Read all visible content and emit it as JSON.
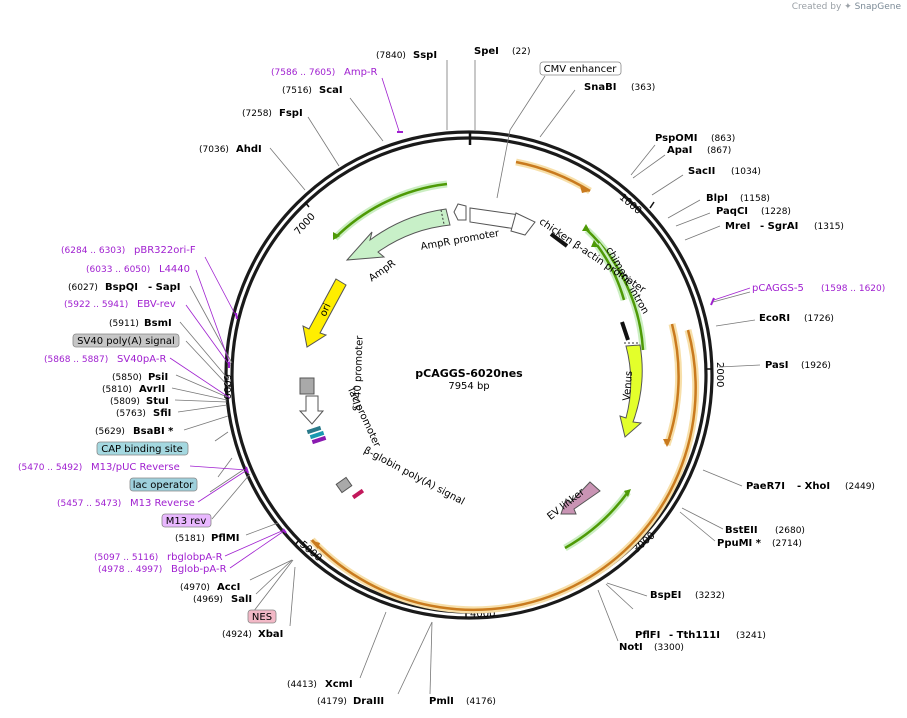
{
  "credit": {
    "prefix": "Created by",
    "brand": "SnapGene"
  },
  "plasmid": {
    "name": "pCAGGS-6020nes",
    "length_label": "7954 bp",
    "length": 7954
  },
  "ticks": [
    "1000",
    "2000",
    "3000",
    "4000",
    "5000",
    "6000",
    "7000"
  ],
  "features": [
    {
      "label": "AmpR promoter"
    },
    {
      "label": "chicken β-actin promoter"
    },
    {
      "label": "chimeric intron"
    },
    {
      "label": "AmpR"
    },
    {
      "label": "ori"
    },
    {
      "label": "Venus"
    },
    {
      "label": "SV40 promoter"
    },
    {
      "label": "lac promoter"
    },
    {
      "label": "EV linker"
    },
    {
      "label": "β-globin poly(A) signal"
    }
  ],
  "boxed_labels": [
    {
      "label": "CMV enhancer"
    },
    {
      "label": "SV40 poly(A) signal"
    },
    {
      "label": "CAP binding site"
    },
    {
      "label": "lac operator"
    },
    {
      "label": "M13 rev"
    },
    {
      "label": "NES"
    }
  ],
  "sites": [
    {
      "name": "SpeI",
      "pos": "(22)"
    },
    {
      "name": "SnaBI",
      "pos": "(363)"
    },
    {
      "name": "PspOMI",
      "pos": "(863)"
    },
    {
      "name": "ApaI",
      "pos": "(867)"
    },
    {
      "name": "SacII",
      "pos": "(1034)"
    },
    {
      "name": "BlpI",
      "pos": "(1158)"
    },
    {
      "name": "PaqCI",
      "pos": "(1228)"
    },
    {
      "name": "MreI",
      "name2": "- SgrAI",
      "pos": "(1315)"
    },
    {
      "name": "EcoRI",
      "pos": "(1726)"
    },
    {
      "name": "PasI",
      "pos": "(1926)"
    },
    {
      "name": "PaeR7I",
      "name2": "- XhoI",
      "pos": "(2449)"
    },
    {
      "name": "BstEII",
      "pos": "(2680)"
    },
    {
      "name": "PpuMI *",
      "pos": "(2714)"
    },
    {
      "name": "BspEI",
      "pos": "(3232)"
    },
    {
      "name": "PflFI",
      "name2": "- Tth111I",
      "pos": "(3241)"
    },
    {
      "name": "NotI",
      "pos": "(3300)"
    },
    {
      "name": "PmlI",
      "pos": "(4176)"
    },
    {
      "name": "DraIII",
      "pos": "(4179)"
    },
    {
      "name": "XcmI",
      "pos": "(4413)"
    },
    {
      "name": "XbaI",
      "pos": "(4924)"
    },
    {
      "name": "SalI",
      "pos": "(4969)"
    },
    {
      "name": "AccI",
      "pos": "(4970)"
    },
    {
      "name": "PflMI",
      "pos": "(5181)"
    },
    {
      "name": "BsaBI *",
      "pos": "(5629)"
    },
    {
      "name": "SfiI",
      "pos": "(5763)"
    },
    {
      "name": "StuI",
      "pos": "(5809)"
    },
    {
      "name": "AvrII",
      "pos": "(5810)"
    },
    {
      "name": "PsiI",
      "pos": "(5850)"
    },
    {
      "name": "BsmI",
      "pos": "(5911)"
    },
    {
      "name": "BspQI",
      "name2": "- SapI",
      "pos": "(6027)"
    },
    {
      "name": "AhdI",
      "pos": "(7036)"
    },
    {
      "name": "FspI",
      "pos": "(7258)"
    },
    {
      "name": "ScaI",
      "pos": "(7516)"
    },
    {
      "name": "SspI",
      "pos": "(7840)"
    }
  ],
  "primers": [
    {
      "range": "(7586 .. 7605)",
      "name": "Amp-R"
    },
    {
      "range": "(1598 .. 1620)",
      "name": "pCAGGS-5"
    },
    {
      "range": "(6284 .. 6303)",
      "name": "pBR322ori-F"
    },
    {
      "range": "(6033 .. 6050)",
      "name": "L4440"
    },
    {
      "range": "(5922 .. 5941)",
      "name": "EBV-rev"
    },
    {
      "range": "(5868 .. 5887)",
      "name": "SV40pA-R"
    },
    {
      "range": "(5470 .. 5492)",
      "name": "M13/pUC Reverse"
    },
    {
      "range": "(5457 .. 5473)",
      "name": "M13 Reverse"
    },
    {
      "range": "(5097 .. 5116)",
      "name": "rbglobpA-R"
    },
    {
      "range": "(4978 .. 4997)",
      "name": "Bglob-pA-R"
    }
  ],
  "colors": {
    "backbone": "#1a1a1a",
    "primer": "#a020d0",
    "cds_arrow": "#4e9a06",
    "orange_arrow": "#c97a1e",
    "ampr": "#c8f0c8",
    "ori": "#ffee00",
    "venus": "#e3ff2b",
    "ev_linker": "#c994b4",
    "sv40_box": "#c6c6c6",
    "cap_box": "#a4d8e0",
    "lacop_box": "#9ed0dc",
    "m13_box": "#e9b8ff",
    "nes_box": "#f2b8c6"
  }
}
